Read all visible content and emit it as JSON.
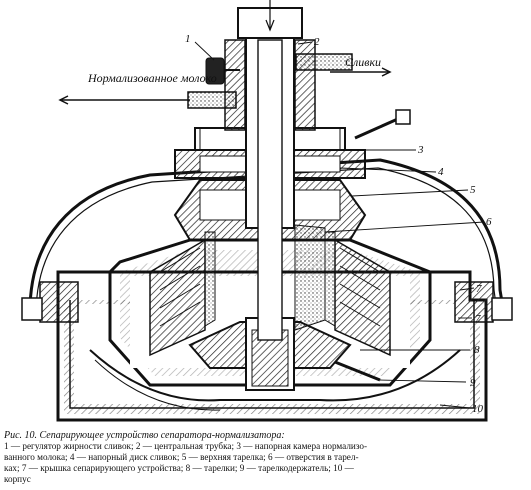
{
  "figure": {
    "labels": {
      "outlet_skim": "Сливки",
      "outlet_normalized": "Нормализованное молоко"
    },
    "numbers": [
      "1",
      "2",
      "3",
      "4",
      "5",
      "6",
      "7",
      "8",
      "9",
      "10"
    ]
  },
  "caption": {
    "title": "Рис. 10. Сепарирующее устройство сепаратора-нормализатора:",
    "line1": "1 — регулятор жирности сливок; 2 — центральная трубка; 3 — напорная камера нормализо-",
    "line2": "ванного молока; 4 — напорный диск сливок; 5 — верхняя тарелка; 6 — отверстия в тарел-",
    "line3": "ках; 7 — крышка сепарирующего устройства; 8 — тарелки; 9 — тарелкодержатель; 10 —",
    "line4": "корпус"
  }
}
